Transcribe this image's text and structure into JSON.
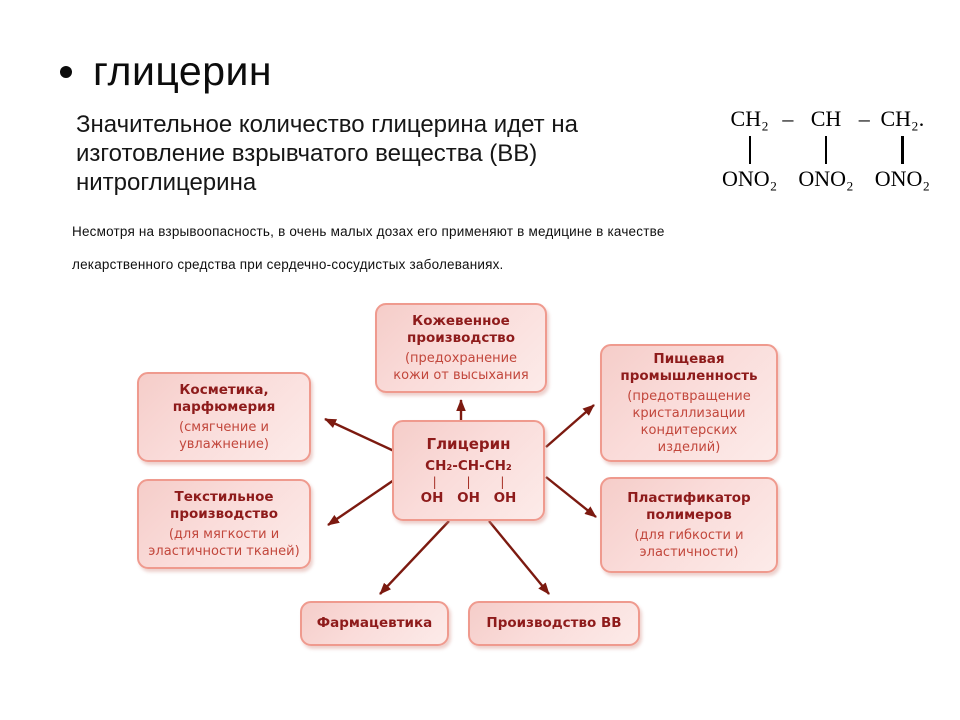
{
  "slide": {
    "title": "глицерин",
    "lead": "Значительное количество глицерина идет на\nизготовление взрывчатого вещества (ВВ)\nнитроглицерина",
    "note_line1": "Несмотря на взрывоопасность, в очень малых дозах его применяют в медицине в качестве",
    "note_line2": "лекарственного средства при сердечно-сосудистых заболеваниях."
  },
  "formula": {
    "top": [
      "CH₂",
      "CH",
      "CH₂."
    ],
    "dash": "–",
    "bottom": [
      "ONO₂",
      "ONO₂",
      "ONO₂"
    ]
  },
  "diagram": {
    "center": {
      "title": "Глицерин",
      "formula": "CH₂-CH-CH₂",
      "bars": "| | |",
      "hydroxyls": "OH OH OH"
    },
    "boxes": {
      "leather": {
        "title": "Кожевенное\nпроизводство",
        "note": "(предохранение\nкожи от высыхания"
      },
      "cosmetics": {
        "title": "Косметика,\nпарфюмерия",
        "note": "(смягчение и\nувлажнение)"
      },
      "textile": {
        "title": "Текстильное\nпроизводство",
        "note": "(для мягкости и\nэластичности тканей)"
      },
      "food": {
        "title": "Пищевая\nпромышленность",
        "note": "(предотвращение\nкристаллизации\nкондитерских изделий)"
      },
      "plasticizer": {
        "title": "Пластификатор\nполимеров",
        "note": "(для гибкости и\nэластичности)"
      },
      "pharma": {
        "title": "Фармацевтика"
      },
      "explosives": {
        "title": "Производство ВВ"
      }
    }
  },
  "colors": {
    "box_fill": "#fadcda",
    "box_border": "#ef9a8e",
    "box_title_text": "#8e1b1b",
    "box_note_text": "#c2473c",
    "arrow": "#7c1a10"
  }
}
